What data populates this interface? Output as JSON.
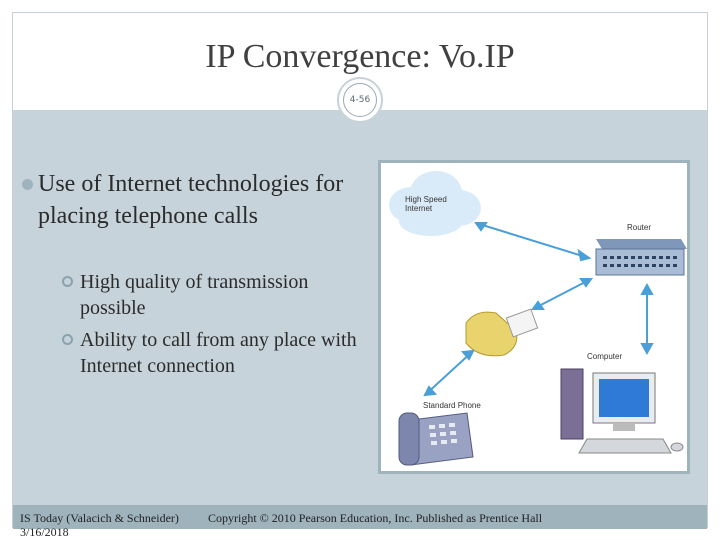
{
  "slide": {
    "title": "IP Convergence: Vo.IP",
    "slide_number": "4-56"
  },
  "content": {
    "main_bullet": "Use of Internet technologies for placing telephone calls",
    "sub_bullets": [
      "High quality of transmission possible",
      "Ability to call from any place with Internet connection"
    ]
  },
  "diagram": {
    "labels": {
      "internet": "High Speed Internet",
      "router": "Router",
      "computer": "Computer",
      "standard_phone": "Standard Phone"
    }
  },
  "footer": {
    "source": "IS Today (Valacich & Schneider)",
    "date": "3/16/2018",
    "copyright": "Copyright © 2010 Pearson Education, Inc. Published as Prentice Hall"
  },
  "colors": {
    "accent": "#9fb3bd",
    "content_bg": "#c7d3da",
    "arrow": "#4a9fd6"
  }
}
